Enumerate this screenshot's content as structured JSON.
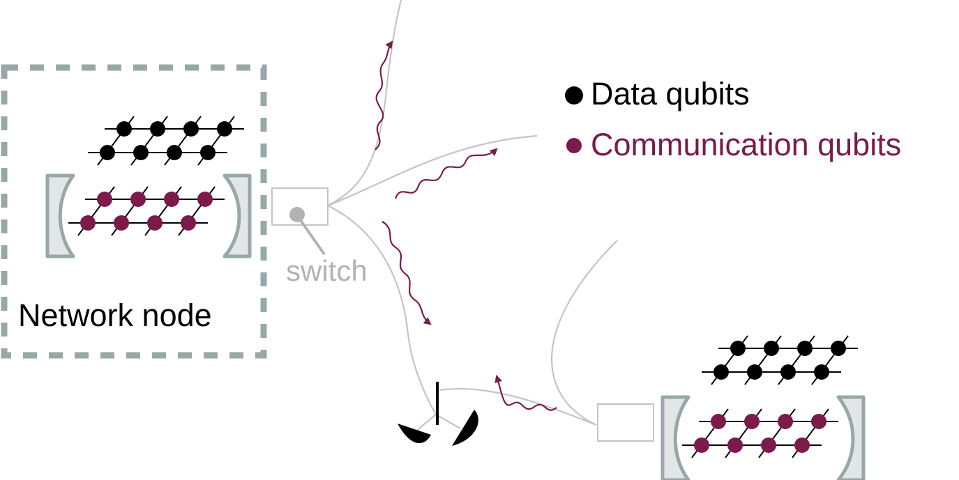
{
  "labels": {
    "network_node": "Network node",
    "switch": "switch"
  },
  "legend": {
    "data_qubits": "Data qubits",
    "communication_qubits": "Communication qubits"
  },
  "colors": {
    "data_qubit": "#000000",
    "communication_qubit": "#7b1a4b",
    "photon": "#7b1a4b",
    "fiber": "#c4c4c4",
    "node_border": "#98a8a8",
    "mirror_fill": "#e2e6e6",
    "mirror_stroke": "#98a8a8",
    "switch_gray": "#b2b2b2"
  }
}
